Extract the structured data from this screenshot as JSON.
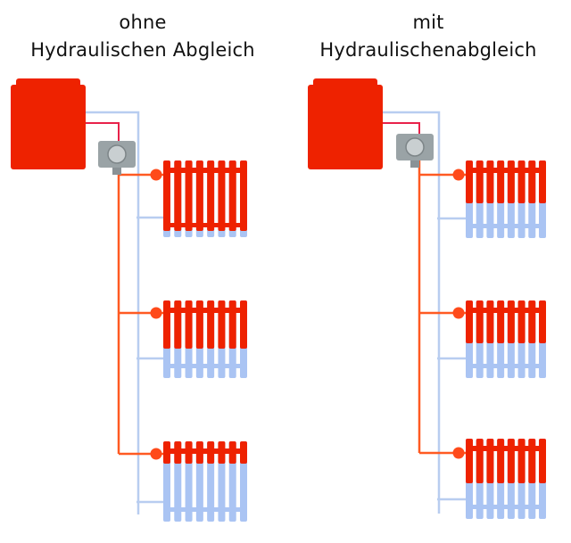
{
  "left_panel": {
    "title_line1": "ohne",
    "title_line2": "Hydraulischen Abgleich",
    "radiator_heat_fraction": [
      0.92,
      0.62,
      0.28
    ]
  },
  "right_panel": {
    "title_line1": "mit",
    "title_line2": "Hydraulischenabgleich",
    "radiator_heat_fraction": [
      0.55,
      0.55,
      0.55
    ]
  },
  "colors": {
    "boiler": "#ee2200",
    "hot": "#ee2200",
    "cold": "#aac4f3",
    "pump": "#9aa3a6",
    "supply_pipe": "#ff5a22",
    "return_pipe": "#b8cdf0",
    "valve": "#ff4a1a"
  }
}
